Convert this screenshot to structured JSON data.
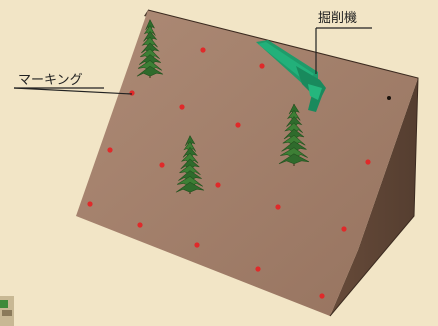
{
  "labels": {
    "marking": "マーキング",
    "excavator": "掘削機"
  },
  "colors": {
    "background": "#f2e5c6",
    "slope_face": "#a2806c",
    "slope_top": "#5a4536",
    "slope_side": "#5e4434",
    "marking_dot": "#e02a2a",
    "excavator": "#1e9b6a",
    "tree": "#2f6b2c",
    "leader_line": "#222222"
  },
  "icons": {
    "tree": "conifer-tree-icon",
    "machine": "excavator-machine-icon",
    "marking": "red-dot-marker"
  }
}
